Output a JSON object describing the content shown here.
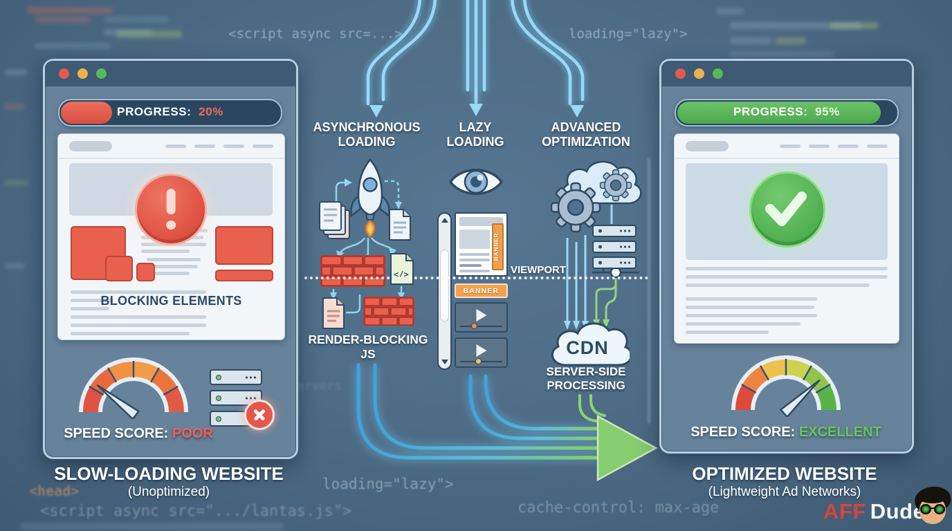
{
  "bg_code": {
    "top_script": "<script async src=...>",
    "top_lazy": "loading=\"lazy\">",
    "bottom_lazy": "loading=\"lazy\">",
    "bottom_cache": "cache-control: max-age",
    "head_tag": "<head>",
    "script_line": "<script async src=\".../lantas.js\">",
    "servers_smudge": "servers"
  },
  "left_window": {
    "progress_label": "PROGRESS:",
    "progress_value": "20%",
    "progress_percent": 20,
    "blocking_elements": "BLOCKING ELEMENTS",
    "speed_label": "SPEED SCORE:",
    "speed_value": "POOR",
    "title": "SLOW-LOADING WEBSITE",
    "subtitle": "(Unoptimized)"
  },
  "right_window": {
    "progress_label": "PROGRESS:",
    "progress_value": "95%",
    "progress_percent": 95,
    "speed_label": "SPEED SCORE:",
    "speed_value": "EXCELLENT",
    "title": "OPTIMIZED WEBSITE",
    "subtitle": "(Lightweight Ad Networks)"
  },
  "flows": {
    "async_line1": "ASYNCHRONOUS",
    "async_line2": "LOADING",
    "lazy_line1": "LAZY",
    "lazy_line2": "LOADING",
    "adv_line1": "ADVANCED",
    "adv_line2": "OPTIMIZATION",
    "render_line1": "RENDER-BLOCKING",
    "render_line2": "JS",
    "viewport": "VIEWPORT",
    "banner": "BANNER",
    "banner_vertical": "BANNER",
    "code_file_label": "</>",
    "cdn": "CDN",
    "server_line1": "SERVER-SIDE",
    "server_line2": "PROCESSING"
  },
  "logo": {
    "aff": "AFF",
    "dude": "Dude"
  },
  "colors": {
    "bad_red": "#e4574a",
    "good_green": "#57b957",
    "accent_cyan": "#9ad9f5",
    "banner_orange": "#f2a24e",
    "navy": "#2e4a63",
    "window_body": "#67829b",
    "window_header": "#3e5a74",
    "flow_green": "#85cd6f"
  }
}
